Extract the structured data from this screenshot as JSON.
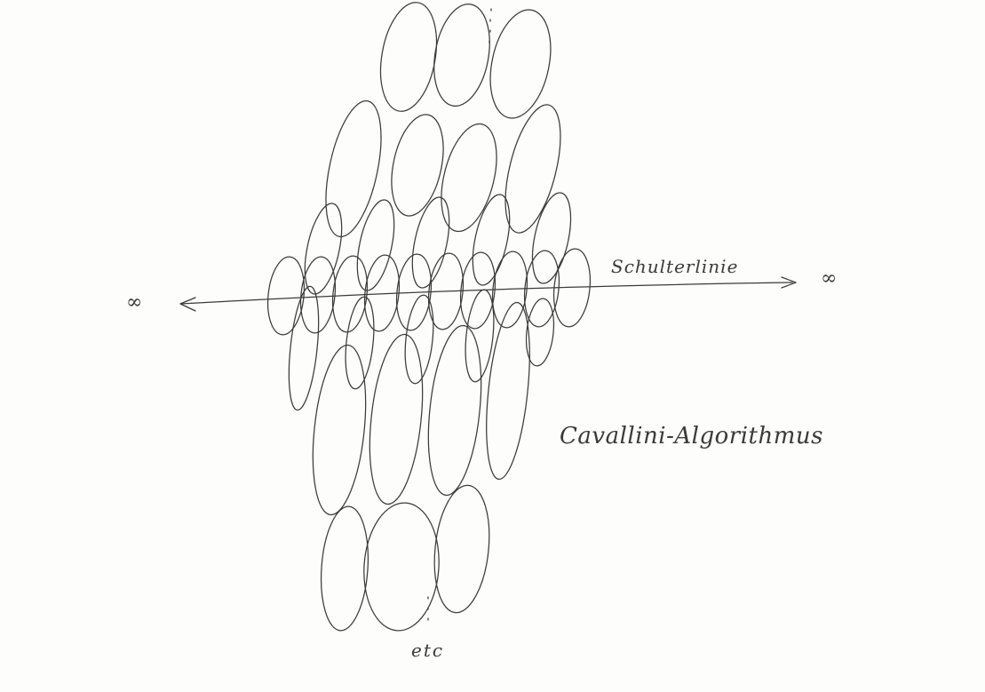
{
  "labels": {
    "shoulder_line": "Schulterlinie",
    "title": "Cavallini-Algorithmus",
    "continuation": "etc",
    "infinity_left": "∞",
    "infinity_right": "∞"
  },
  "colors": {
    "ink": "#3b3b3b",
    "paper": "#fdfdfc"
  }
}
